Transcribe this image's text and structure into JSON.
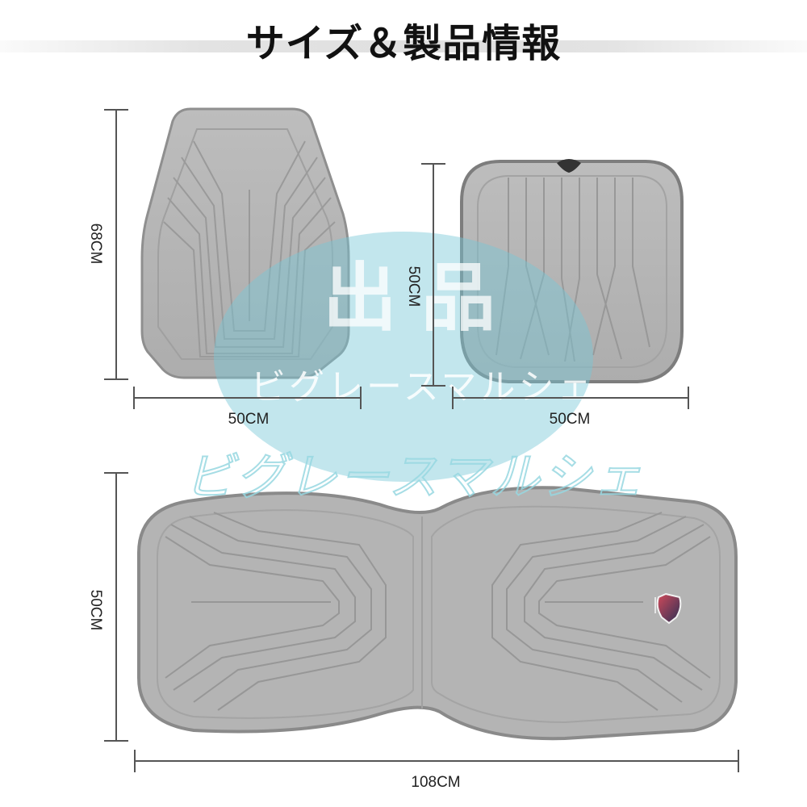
{
  "header": {
    "title": "サイズ＆製品情報"
  },
  "products": [
    {
      "name": "backrest-cushion",
      "height_label": "68CM",
      "width_label": "50CM"
    },
    {
      "name": "seat-cushion",
      "height_label": "50CM",
      "width_label": "50CM"
    },
    {
      "name": "full-seat-cover",
      "height_label": "50CM",
      "width_label": "108CM"
    }
  ],
  "watermark": {
    "line1": "出品",
    "line2": "ビグレースマルシェ",
    "line3": "ビグレースマルシェ"
  },
  "colors": {
    "cushion_fill": "#b3b3b3",
    "cushion_edge": "#8c8c8c",
    "dimension_line": "#555555",
    "watermark_fill": "#78c8d7",
    "logo_red": "#c0394b",
    "logo_navy": "#2b2f55"
  }
}
